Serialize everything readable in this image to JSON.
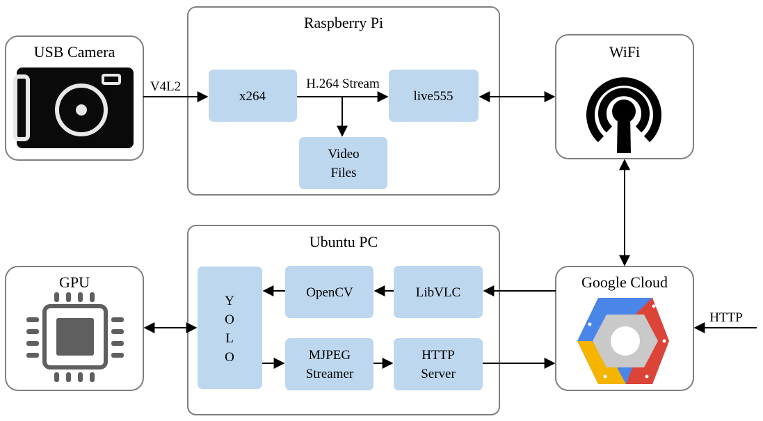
{
  "groups": {
    "raspberry_pi": "Raspberry Pi",
    "ubuntu_pc": "Ubuntu PC"
  },
  "devices": {
    "usb_camera": "USB Camera",
    "wifi": "WiFi",
    "gpu": "GPU",
    "google_cloud": "Google Cloud"
  },
  "nodes": {
    "x264": "x264",
    "live555": "live555",
    "video_files": [
      "Video",
      "Files"
    ],
    "opencv": "OpenCV",
    "libvlc": "LibVLC",
    "yolo": [
      "Y",
      "O",
      "L",
      "O"
    ],
    "mjpeg_streamer": [
      "MJPEG",
      "Streamer"
    ],
    "http_server": [
      "HTTP",
      "Server"
    ]
  },
  "edge_labels": {
    "v4l2": "V4L2",
    "h264_stream": "H.264 Stream",
    "http": "HTTP"
  },
  "colors": {
    "node_fill": "#bdd7ee",
    "frame_stroke": "#7f7f7f",
    "camera_bg": "#0a0a0a",
    "gpu_gray": "#5f5f5f",
    "gc_blue": "#4a86e8",
    "gc_red": "#db4437",
    "gc_yellow": "#f4b400",
    "gc_center": "#c9c9c9"
  },
  "icons": {
    "usb_camera": "camera-icon",
    "wifi": "wifi-antenna-icon",
    "gpu": "chip-icon",
    "google_cloud": "google-cloud-hexagon-icon"
  }
}
